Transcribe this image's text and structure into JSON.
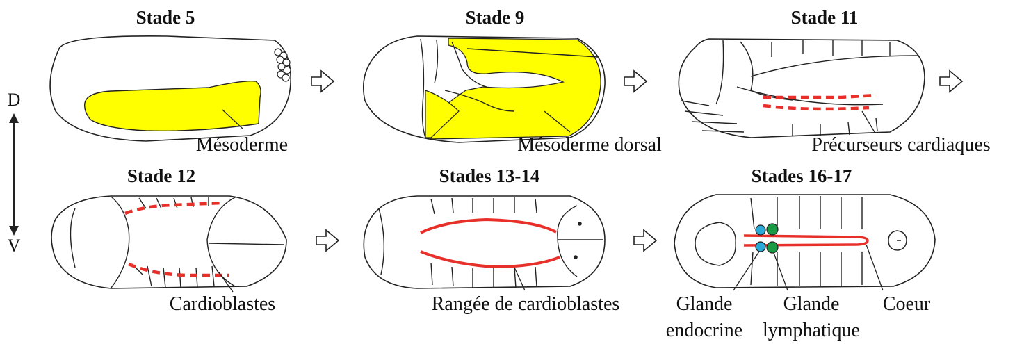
{
  "colors": {
    "mesoderm": "#ffff00",
    "cardiac": "#e8302a",
    "endocrine": "#29a9d6",
    "lymph": "#1a9a45"
  },
  "orientation": {
    "top": "D",
    "bottom": "V"
  },
  "stages": [
    {
      "title": "Stade 5",
      "labels": [
        "Mésoderme"
      ]
    },
    {
      "title": "Stade 9",
      "labels": [
        "Mésoderme dorsal"
      ]
    },
    {
      "title": "Stade 11",
      "labels": [
        "Précurseurs cardiaques"
      ]
    },
    {
      "title": "Stade 12",
      "labels": [
        "Cardioblastes"
      ]
    },
    {
      "title": "Stades 13-14",
      "labels": [
        "Rangée de cardioblastes"
      ]
    },
    {
      "title": "Stades 16-17",
      "labels": [
        "Glande",
        "endocrine",
        "Glande",
        "lymphatique",
        "Coeur"
      ]
    }
  ]
}
